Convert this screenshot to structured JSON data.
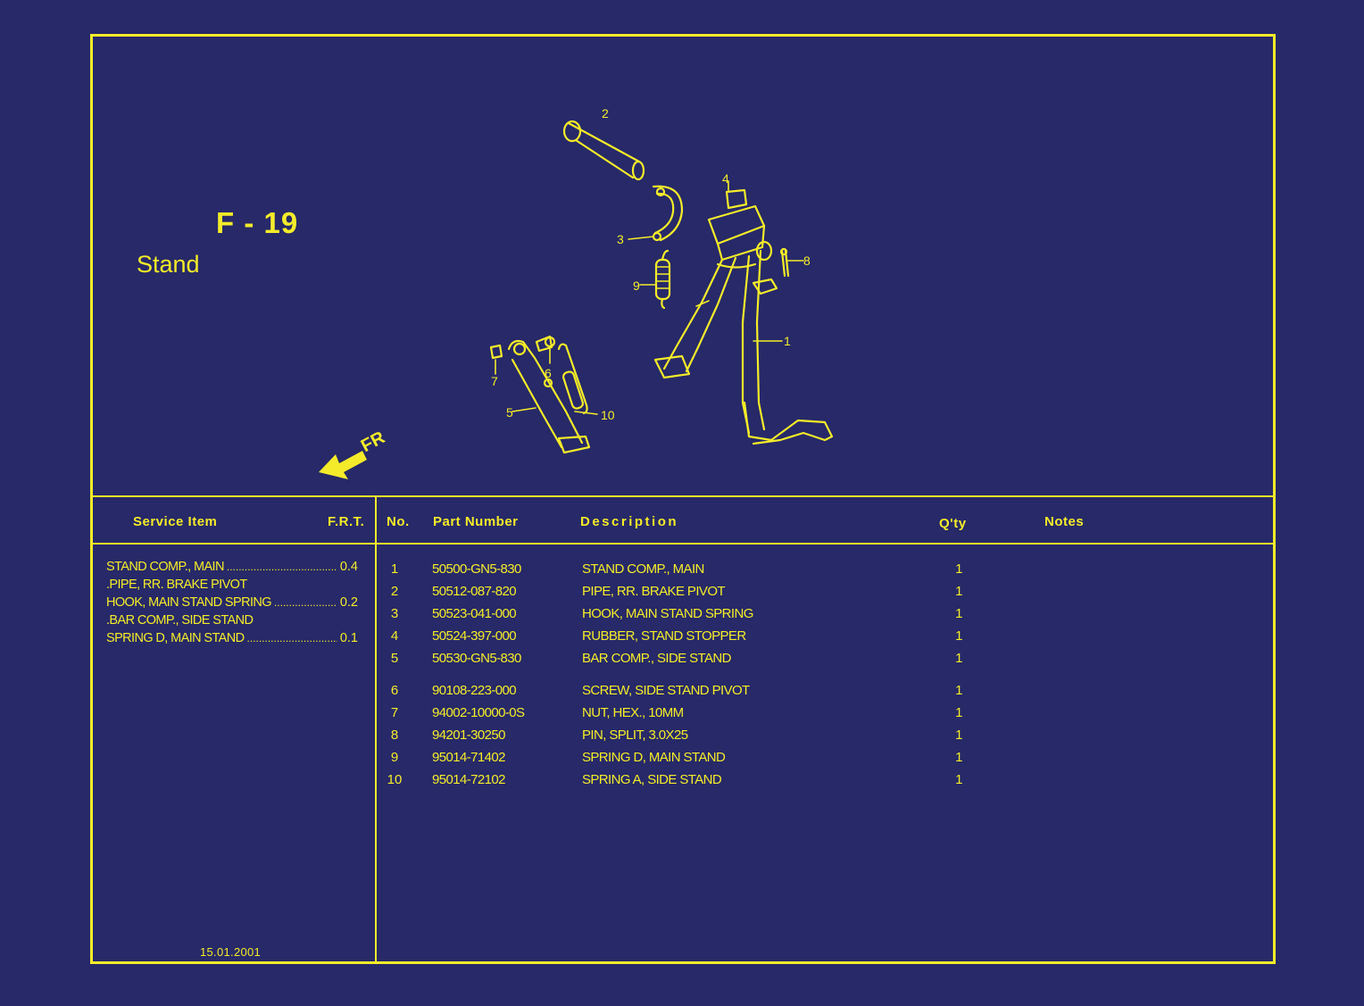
{
  "sheet": {
    "code": "F - 19",
    "title": "Stand",
    "date": "15.01.2001"
  },
  "diagram": {
    "direction_label": "FR",
    "callouts": [
      "1",
      "2",
      "3",
      "4",
      "5",
      "6",
      "7",
      "8",
      "9",
      "10"
    ]
  },
  "service_table": {
    "headers": {
      "item": "Service Item",
      "frt": "F.R.T."
    },
    "rows": [
      {
        "item": "STAND COMP., MAIN",
        "frt": "0.4"
      },
      {
        "item": ".PIPE, RR. BRAKE PIVOT",
        "frt": ""
      },
      {
        "item": "HOOK, MAIN STAND SPRING",
        "frt": "0.2"
      },
      {
        "item": ".BAR COMP., SIDE STAND",
        "frt": ""
      },
      {
        "item": "SPRING D, MAIN STAND",
        "frt": "0.1"
      }
    ]
  },
  "parts_table": {
    "headers": {
      "no": "No.",
      "part_number": "Part Number",
      "description": "Description",
      "qty": "Q'ty",
      "notes": "Notes"
    },
    "rows": [
      {
        "no": "1",
        "part_number": "50500-GN5-830",
        "description": "STAND COMP., MAIN",
        "qty": "1"
      },
      {
        "no": "2",
        "part_number": "50512-087-820",
        "description": "PIPE, RR. BRAKE PIVOT",
        "qty": "1"
      },
      {
        "no": "3",
        "part_number": "50523-041-000",
        "description": "HOOK, MAIN STAND SPRING",
        "qty": "1"
      },
      {
        "no": "4",
        "part_number": "50524-397-000",
        "description": "RUBBER, STAND STOPPER",
        "qty": "1"
      },
      {
        "no": "5",
        "part_number": "50530-GN5-830",
        "description": "BAR COMP., SIDE STAND",
        "qty": "1"
      },
      {
        "no": "6",
        "part_number": "90108-223-000",
        "description": "SCREW, SIDE STAND PIVOT",
        "qty": "1"
      },
      {
        "no": "7",
        "part_number": "94002-10000-0S",
        "description": "NUT, HEX., 10MM",
        "qty": "1"
      },
      {
        "no": "8",
        "part_number": "94201-30250",
        "description": "PIN, SPLIT, 3.0X25",
        "qty": "1"
      },
      {
        "no": "9",
        "part_number": "95014-71402",
        "description": "SPRING D, MAIN STAND",
        "qty": "1"
      },
      {
        "no": "10",
        "part_number": "95014-72102",
        "description": "SPRING A, SIDE STAND",
        "qty": "1"
      }
    ]
  },
  "colors": {
    "background": "#272968",
    "ink": "#f4ec2a"
  }
}
